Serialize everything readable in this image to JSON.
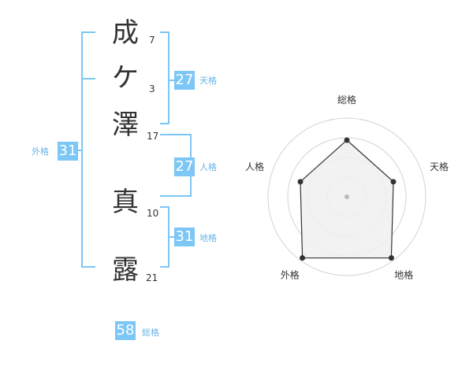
{
  "name": {
    "chars": [
      {
        "char": "成",
        "strokes": "7"
      },
      {
        "char": "ケ",
        "strokes": "3"
      },
      {
        "char": "澤",
        "strokes": "17"
      },
      {
        "char": "真",
        "strokes": "10"
      },
      {
        "char": "露",
        "strokes": "21"
      }
    ]
  },
  "kaku": {
    "tenkaku": {
      "value": "27",
      "label": "天格"
    },
    "jinkaku": {
      "value": "27",
      "label": "人格"
    },
    "chikaku": {
      "value": "31",
      "label": "地格"
    },
    "gaikaku": {
      "value": "31",
      "label": "外格"
    },
    "soukaku": {
      "value": "58",
      "label": "総格"
    }
  },
  "chart_data": {
    "type": "radar",
    "axes": [
      "総格",
      "天格",
      "地格",
      "外格",
      "人格"
    ],
    "values": [
      0.72,
      0.62,
      0.96,
      0.96,
      0.62
    ],
    "rings": 4,
    "colors": {
      "fill": "#f0f0f0",
      "line": "#333333",
      "ring": "#d4d4d4",
      "center": "#bbbbbb"
    }
  },
  "colors": {
    "accent": "#7cc7f5",
    "accent_text": "#6ab3e8",
    "text": "#333333"
  }
}
